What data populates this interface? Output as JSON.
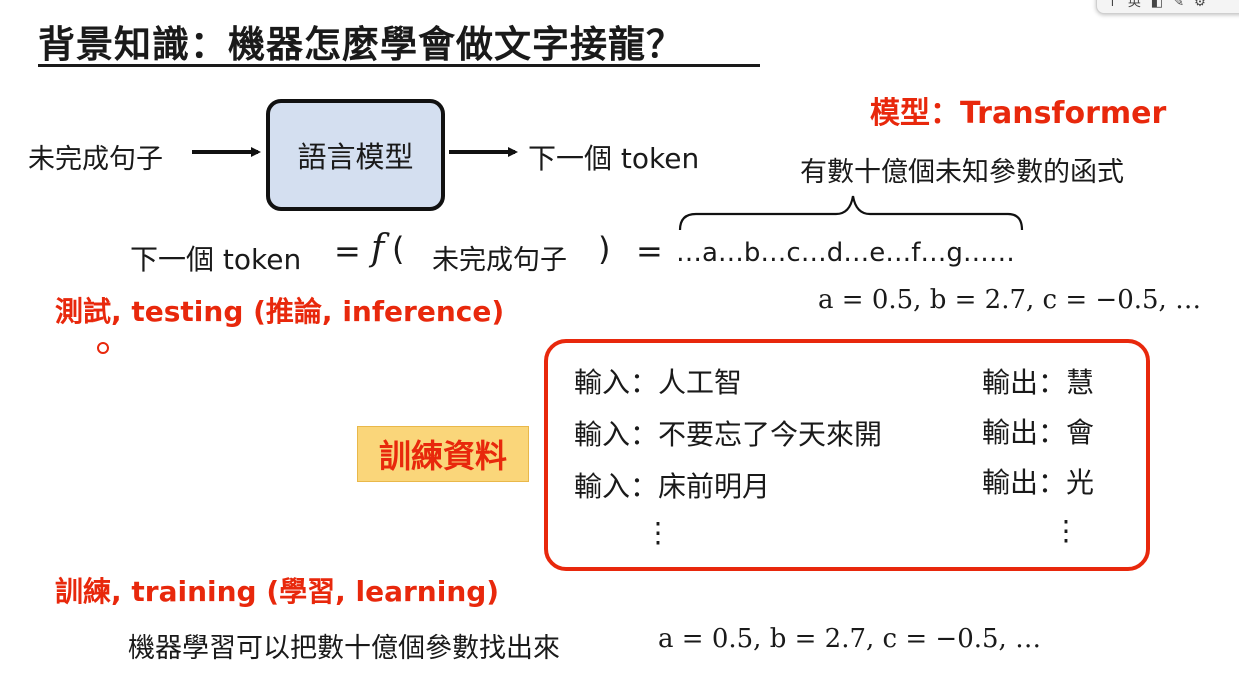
{
  "slide": {
    "title": "背景知識：機器怎麼學會做文字接龍？"
  },
  "toolbar": {
    "items": [
      "↑",
      "英",
      "◧",
      "✎",
      "⚙"
    ]
  },
  "diagram": {
    "input_label": "未完成句子",
    "model_box_label": "語言模型",
    "output_label": "下一個 token",
    "model_name": "模型：Transformer",
    "params_desc": "有數十億個未知參數的函式"
  },
  "formula": {
    "lhs": "下一個 token",
    "eq": "=",
    "f": "f",
    "open_paren": "(",
    "arg": "未完成句子",
    "close_paren": ")",
    "rhs": "…a…b…c…d…e…f…g……",
    "param_values": "a = 0.5, b = 2.7, c = −0.5, …"
  },
  "inference": {
    "label": "測試, testing (推論, inference)"
  },
  "training_data": {
    "tag": "訓練資料",
    "rows": [
      {
        "input": "輸入：人工智",
        "output": "輸出：慧"
      },
      {
        "input": "輸入：不要忘了今天來開",
        "output": "輸出：會"
      },
      {
        "input": "輸入：床前明月",
        "output": "輸出：光"
      }
    ],
    "ellipsis": "⋮"
  },
  "training": {
    "label": "訓練, training (學習, learning)",
    "description": "機器學習可以把數十億個參數找出來",
    "values": "a = 0.5, b = 2.7, c = −0.5, …"
  },
  "colors": {
    "accent_red": "#e8280c",
    "model_box_fill": "#d4dff0",
    "tag_fill": "#fad67a"
  }
}
